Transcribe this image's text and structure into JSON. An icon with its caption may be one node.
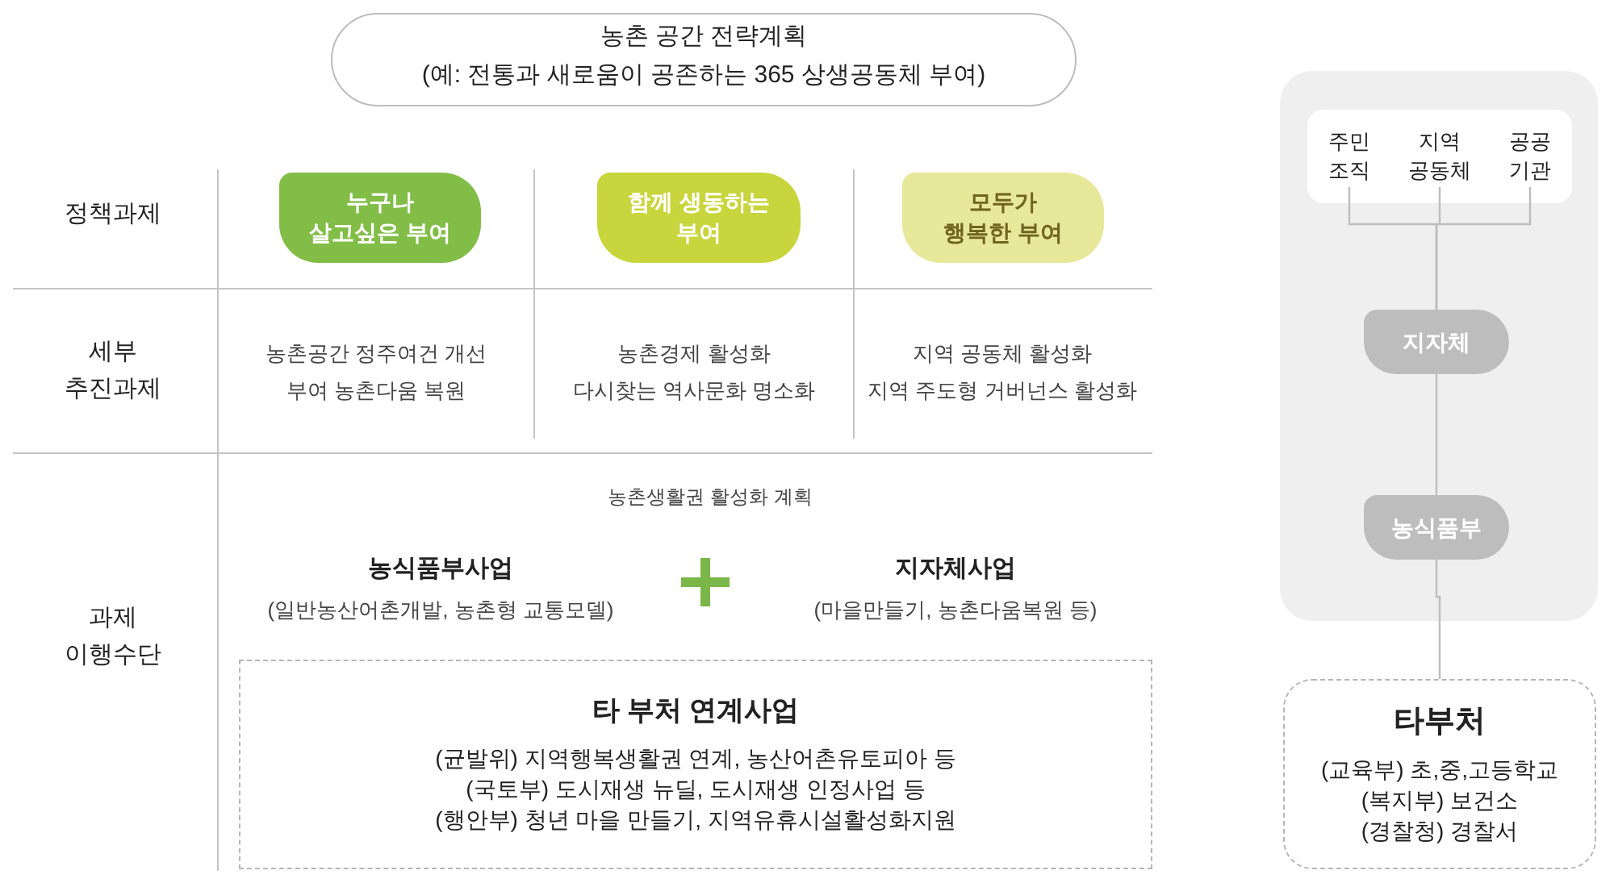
{
  "diagram": {
    "nodes": [
      {
        "text": [
          "농촌 공간 전략계획",
          "(예: 전통과 새로움이 공존하는 365 상생공동체 부여)"
        ]
      },
      {
        "text": [
          "누구나 살고싶은 부여"
        ]
      },
      {
        "text": [
          "함께 생동하는 부여"
        ]
      },
      {
        "text": [
          "모두가 행복한 부여"
        ]
      },
      {
        "text": [
          "타 부처 연계사업",
          "(균발위) 지역행복생활권 연계, 농산어촌유토피아 등",
          "(국토부) 도시재생 뉴딜, 도시재생 인정사업 등",
          "(행안부) 청년 마을 만들기, 지역유휴시설활성화지원"
        ]
      },
      {
        "text": [],
        "shape": "box"
      },
      {
        "text": [],
        "shape": "box",
        "in": 5
      },
      {
        "text": [
          "주민 조직"
        ],
        "in": 6
      },
      {
        "text": [
          "지역 공동체"
        ],
        "in": 6
      },
      {
        "text": [
          "공공 기관"
        ],
        "in": 6
      },
      {
        "text": [
          "지자체"
        ],
        "in": 5
      },
      {
        "text": [
          "농식품부"
        ],
        "in": 5
      },
      {
        "text": [
          "타부처",
          "(교육부) 초,중,고등학교",
          "(복지부) 보건소",
          "(경찰청) 경찰서"
        ]
      }
    ],
    "edges": [
      {
        "from": 7,
        "to": 10,
        "arrow": "none"
      },
      {
        "from": 8,
        "to": 10,
        "arrow": "none"
      },
      {
        "from": 9,
        "to": 10,
        "arrow": "none"
      },
      {
        "from": 10,
        "to": 11,
        "arrow": "none"
      },
      {
        "from": 11,
        "to": 12,
        "arrow": "none"
      }
    ],
    "labels": [
      "정책과제",
      "세부 추진과제",
      "농촌공간 정주여건 개선",
      "부여 농촌다움 복원",
      "농촌경제 활성화",
      "다시찾는 역사문화 명소화",
      "지역 공동체 활성화",
      "지역 주도형 거버넌스 활성화",
      "과제 이행수단",
      "농촌생활권 활성화 계획",
      "농식품부사업",
      "(일반농산어촌개발, 농촌형 교통모델)",
      "지자체사업",
      "(마을만들기, 농촌다움복원 등)"
    ]
  }
}
